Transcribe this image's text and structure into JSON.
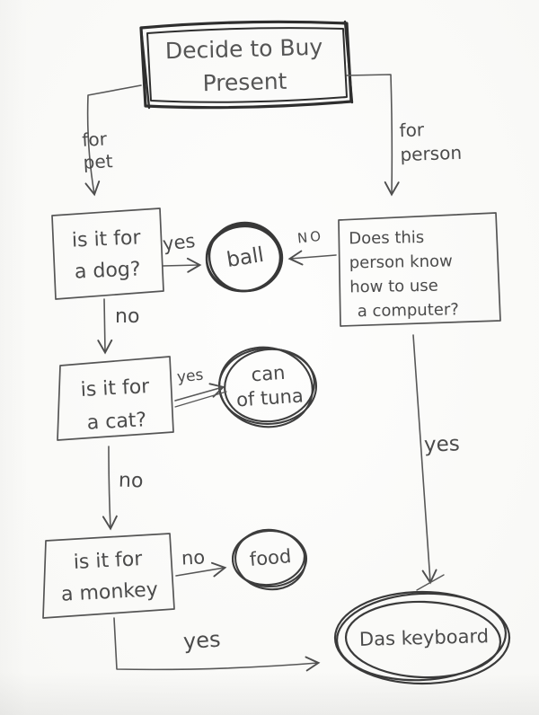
{
  "colors": {
    "paper": "#fcfcfa",
    "ink_dark": "#2f2f2f",
    "ink": "#4b4b4b",
    "ink_light": "#5a5a5a"
  },
  "flowchart": {
    "start": {
      "line1": "Decide to Buy",
      "line2": "Present"
    },
    "branch_pet": {
      "line1": "for",
      "line2": "pet"
    },
    "branch_person": {
      "line1": "for",
      "line2": "person"
    },
    "dog": {
      "line1": "is it for",
      "line2": "a dog?"
    },
    "dog_yes_label": "yes",
    "ball": "ball",
    "ball_no_label": "NO",
    "computer": {
      "line1": "Does this",
      "line2": "person know",
      "line3": "how to use",
      "line4": "a computer?"
    },
    "dog_no_label": "no",
    "cat": {
      "line1": "is it for",
      "line2": "a cat?"
    },
    "cat_yes_label": "yes",
    "tuna": {
      "line1": "can",
      "line2": "of tuna"
    },
    "cat_no_label": "no",
    "monkey": {
      "line1": "is it for",
      "line2": "a monkey"
    },
    "monkey_no_label": "no",
    "food": "food",
    "monkey_yes_label": "yes",
    "computer_yes_label": "yes",
    "keyboard": "Das keyboard"
  }
}
